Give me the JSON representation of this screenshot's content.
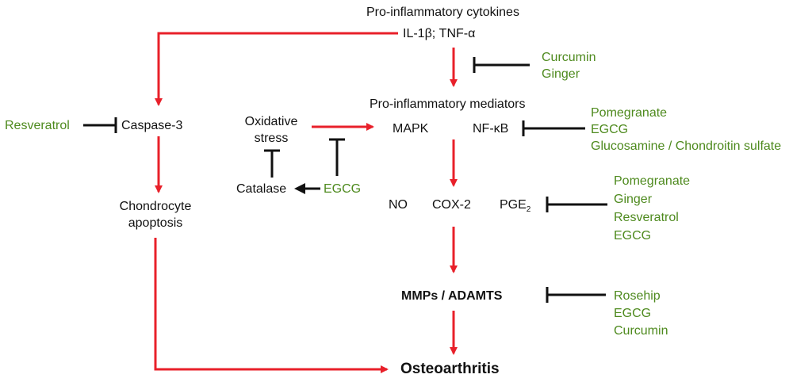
{
  "colors": {
    "activation_arrow": "#e8202a",
    "inhibition_line": "#111111",
    "agent_text": "#4e8a1e",
    "node_text": "#111111"
  },
  "nodes": {
    "cytokines_title": "Pro-inflammatory cytokines",
    "cytokines": "IL-1β; TNF-α",
    "mediators_title": "Pro-inflammatory mediators",
    "mapk": "MAPK",
    "nfkb": "NF-κB",
    "caspase": "Caspase-3",
    "apoptosis_line1": "Chondrocyte",
    "apoptosis_line2": "apoptosis",
    "oxidative_line1": "Oxidative",
    "oxidative_line2": "stress",
    "catalase": "Catalase",
    "no": "NO",
    "cox2": "COX-2",
    "pge_base": "PGE",
    "pge_sub": "2",
    "mmps": "MMPs / ADAMTS",
    "oa": "Osteoarthritis"
  },
  "agents": {
    "cytokine_inhibitors": [
      "Curcumin",
      "Ginger"
    ],
    "caspase_inhibitor": "Resveratrol",
    "nfkb_inhibitors": [
      "Pomegranate",
      "EGCG",
      "Glucosamine / Chondroitin sulfate"
    ],
    "pge_inhibitors": [
      "Pomegranate",
      "Ginger",
      "Resveratrol",
      "EGCG"
    ],
    "mmp_inhibitors": [
      "Rosehip",
      "EGCG",
      "Curcumin"
    ],
    "oxidative_agent": "EGCG"
  }
}
